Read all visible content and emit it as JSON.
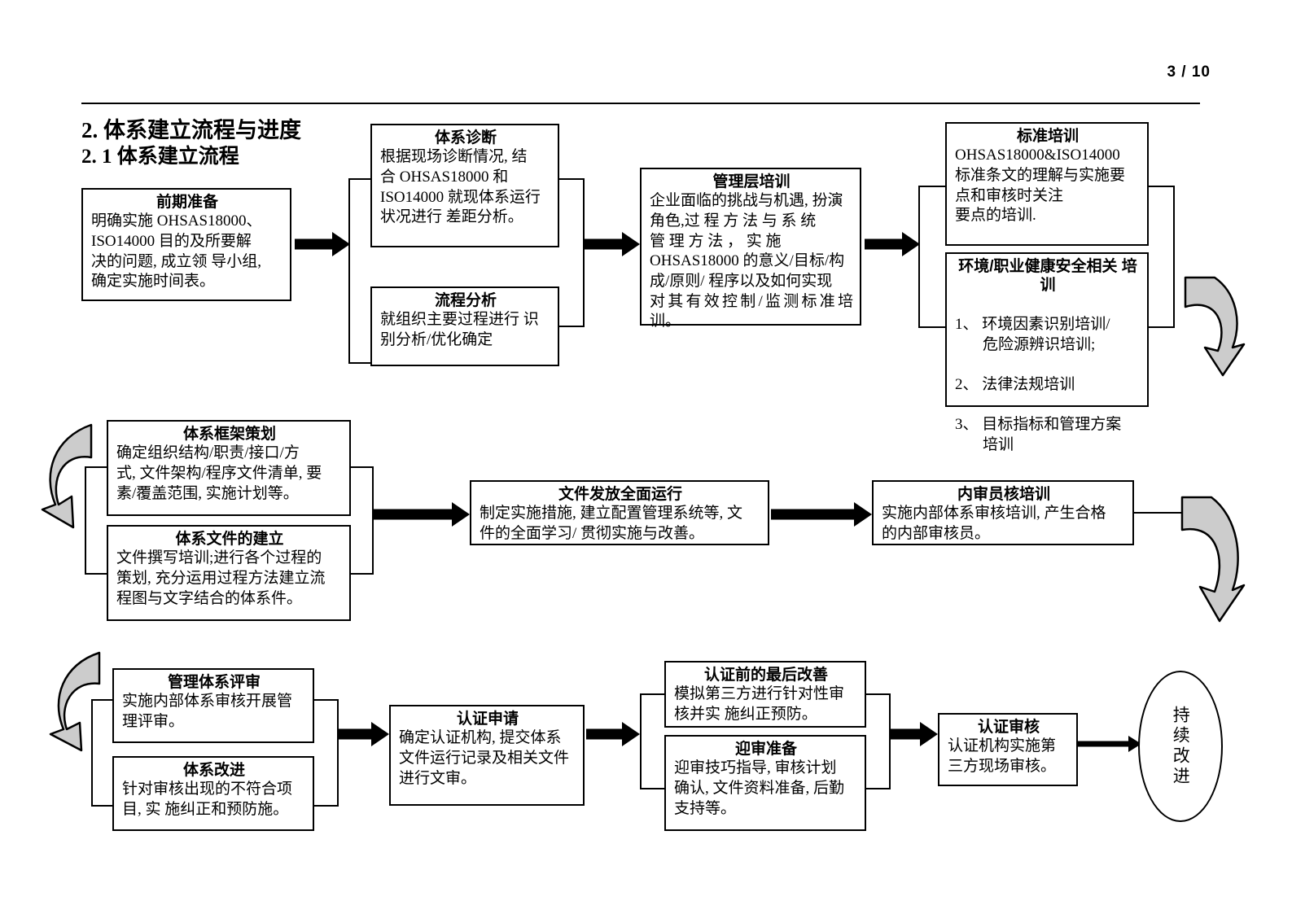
{
  "page": {
    "number_label": "3 / 10"
  },
  "headings": {
    "h1": "2. 体系建立流程与进度",
    "h2": "2. 1 体系建立流程"
  },
  "nodes": {
    "prep": {
      "title": "前期准备",
      "body": "明确实施  OHSAS18000、\nISO14000  目的及所要解\n决的问题, 成立领 导小组,\n确定实施时间表。"
    },
    "diagnosis": {
      "title": "体系诊断",
      "body": "根据现场诊断情况, 结\n合 OHSAS18000 和\nISO14000 就现体系运行\n状况进行 差距分析。"
    },
    "process_analysis": {
      "title": "流程分析",
      "body": "就组织主要过程进行 识\n别分析/优化确定"
    },
    "mgmt_training": {
      "title": "管理层培训",
      "body": "企业面临的挑战与机遇, 扮演\n角色,过 程 方 法 与 系 统\n管 理 方 法 ， 实 施\nOHSAS18000   的意义/目标/构\n成/原则/ 程序以及如何实现\n对其有效控制/监测标准培训。"
    },
    "standard_training": {
      "title": "标准培训",
      "body": "OHSAS18000&ISO14000\n标准条文的理解与实施要\n点和审核时关注\n要点的培训."
    },
    "env_training": {
      "title": "环境/职业健康安全相关\n培训",
      "items": [
        "1、 环境因素识别培训/\n危险源辨识培训;",
        "2、  法律法规培训",
        "3、  目标指标和管理方案\n培训"
      ]
    },
    "framework": {
      "title": "体系框架策划",
      "body": "确定组织结构/职责/接口/方\n式, 文件架构/程序文件清单, 要\n素/覆盖范围, 实施计划等。"
    },
    "documents": {
      "title": "体系文件的建立",
      "body": "文件撰写培训;进行各个过程的\n策划, 充分运用过程方法建立流\n程图与文字结合的体系件。"
    },
    "issue_run": {
      "title": "文件发放全面运行",
      "body": "制定实施措施, 建立配置管理系统等, 文\n件的全面学习/ 贯彻实施与改善。"
    },
    "auditor_training": {
      "title": "内审员核培训",
      "body": "实施内部体系审核培训, 产生合格\n的内部审核员。"
    },
    "mgmt_review": {
      "title": "管理体系评审",
      "body": "实施内部体系审核开展管\n理评审。"
    },
    "improvement": {
      "title": "体系改进",
      "body": "针对审核出现的不符合项\n目, 实 施纠正和预防施。"
    },
    "cert_application": {
      "title": "认证申请",
      "body": "确定认证机构, 提交体系\n文件运行记录及相关文件\n进行文审。"
    },
    "final_improve": {
      "title": "认证前的最后改善",
      "body": "模拟第三方进行针对性审\n核并实 施纠正预防。"
    },
    "audit_prep": {
      "title": "迎审准备",
      "body": "迎审技巧指导, 审核计划\n确认, 文件资料准备, 后勤\n支持等。"
    },
    "cert_audit": {
      "title": "认证审核",
      "body": "认证机构实施第\n三方现场审核。"
    },
    "continuous": {
      "text": "持续改进"
    }
  },
  "colors": {
    "stroke": "#000000",
    "curved_arrow_fill": "#cccccc",
    "background": "#ffffff"
  }
}
